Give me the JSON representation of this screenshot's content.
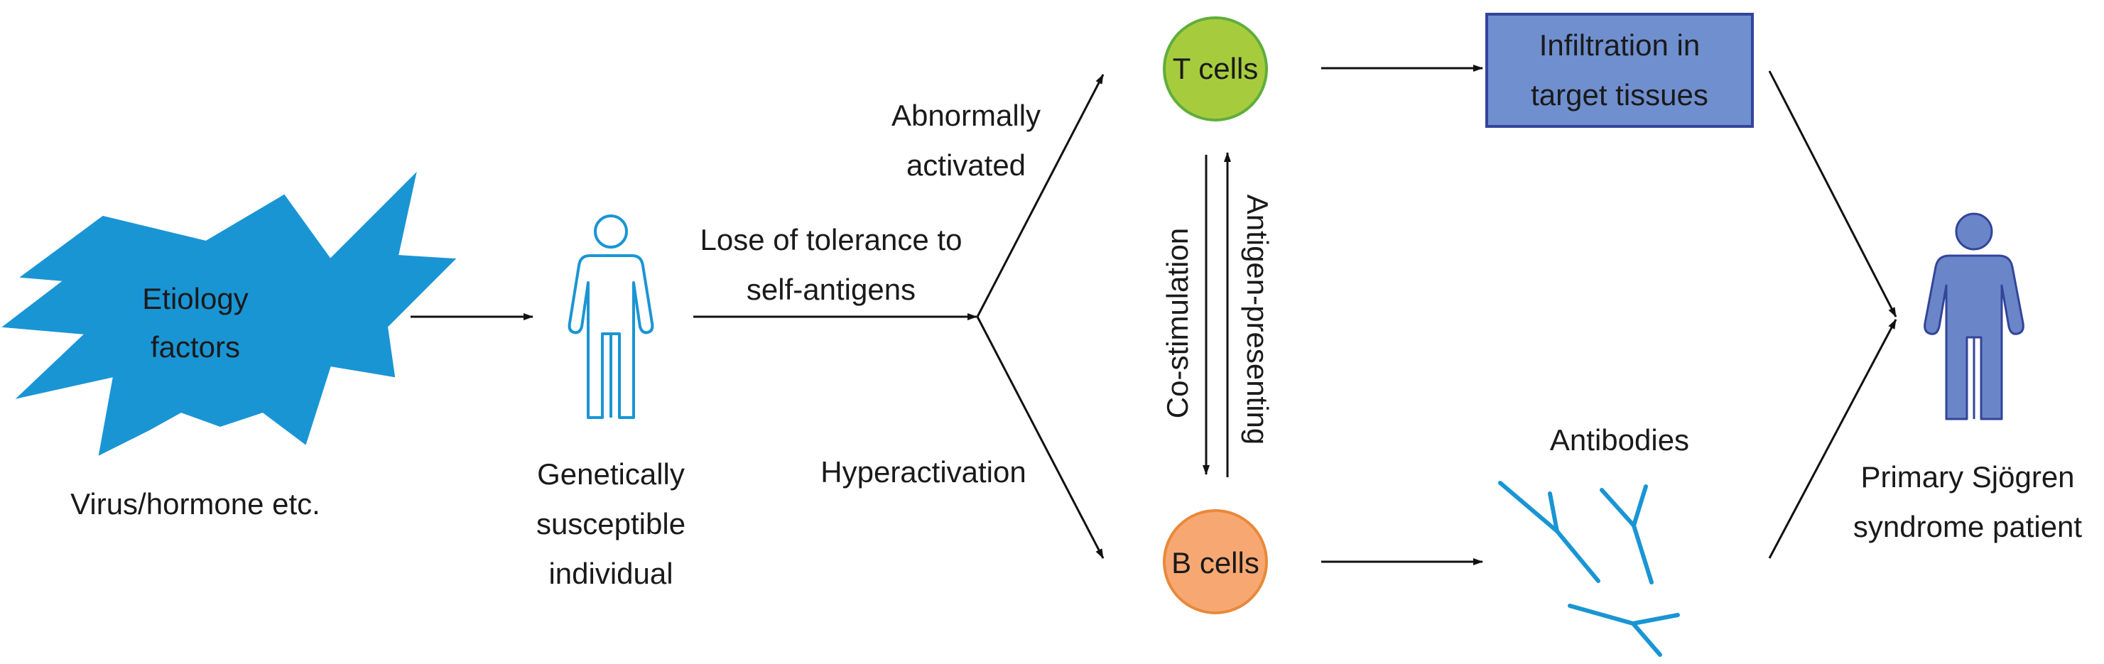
{
  "colors": {
    "starburst": "#1a95d4",
    "outline_person": "#1a95d4",
    "t_cell_fill": "#a6cc3e",
    "t_cell_stroke": "#5fae3a",
    "b_cell_fill": "#f7a872",
    "b_cell_stroke": "#e8893a",
    "infiltration_fill": "#6f8fcf",
    "infiltration_stroke": "#33449a",
    "patient_fill": "#6a86c8",
    "patient_stroke": "#33449a",
    "antibody": "#1a95d4",
    "arrow": "#111111"
  },
  "nodes": {
    "etiology": {
      "line1": "Etiology",
      "line2": "factors"
    },
    "etiology_caption": "Virus/hormone etc.",
    "individual": {
      "line1": "Genetically",
      "line2": "susceptible",
      "line3": "individual"
    },
    "t_cells": "T cells",
    "b_cells": "B cells",
    "infiltration": {
      "line1": "Infiltration in",
      "line2": "target tissues"
    },
    "antibodies": "Antibodies",
    "patient": {
      "line1": "Primary Sjögren",
      "line2": "syndrome patient"
    }
  },
  "edges": {
    "tolerance": {
      "line1": "Lose of tolerance to",
      "line2": "self-antigens"
    },
    "abnormally": {
      "line1": "Abnormally",
      "line2": "activated"
    },
    "hyperactivation": "Hyperactivation",
    "costimulation": "Co-stimulation",
    "antigen_presenting": "Antigen-presenting"
  }
}
